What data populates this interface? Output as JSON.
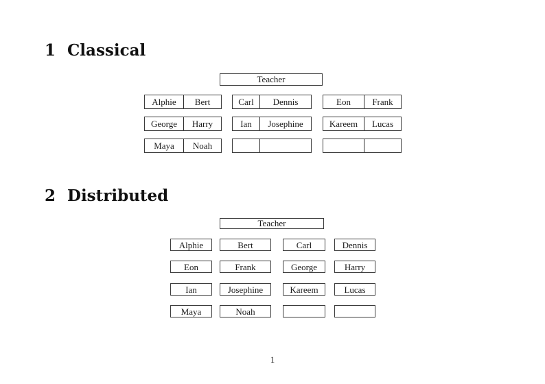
{
  "page": {
    "number": "1"
  },
  "sections": [
    {
      "number": "1",
      "title": "Classical",
      "teacher_label": "Teacher",
      "desk_rows": [
        [
          [
            "Alphie",
            "Bert"
          ],
          [
            "Carl",
            "Dennis"
          ],
          [
            "Eon",
            "Frank"
          ]
        ],
        [
          [
            "George",
            "Harry"
          ],
          [
            "Ian",
            "Josephine"
          ],
          [
            "Kareem",
            "Lucas"
          ]
        ],
        [
          [
            "Maya",
            "Noah"
          ],
          [
            "",
            ""
          ],
          [
            "",
            ""
          ]
        ]
      ]
    },
    {
      "number": "2",
      "title": "Distributed",
      "teacher_label": "Teacher",
      "desk_rows": [
        [
          "Alphie",
          "Bert",
          "Carl",
          "Dennis"
        ],
        [
          "Eon",
          "Frank",
          "George",
          "Harry"
        ],
        [
          "Ian",
          "Josephine",
          "Kareem",
          "Lucas"
        ],
        [
          "Maya",
          "Noah",
          "",
          ""
        ]
      ]
    }
  ]
}
